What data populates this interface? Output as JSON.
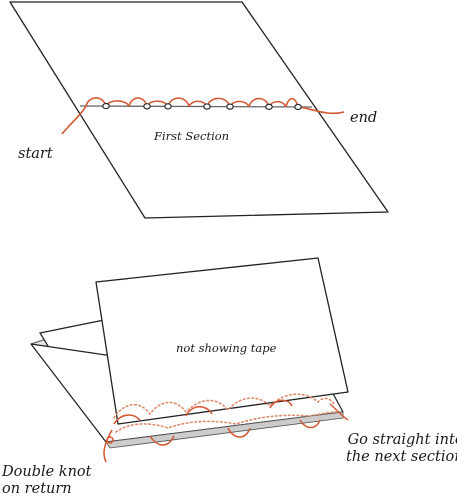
{
  "labels": {
    "start": "start",
    "end": "end",
    "first_section": "First Section",
    "not_showing_tape": "not showing tape",
    "go_straight_line1": "Go straight into",
    "go_straight_line2": "the next section",
    "double_knot_line1": "Double knot",
    "double_knot_line2": "on return"
  },
  "colors": {
    "thread": "#d2562e",
    "thread_dotted": "#e0896a",
    "line": "#222222",
    "hole": "#2a2a2a",
    "paper": "#ffffff",
    "spine_grey": "#c9c9c9"
  }
}
